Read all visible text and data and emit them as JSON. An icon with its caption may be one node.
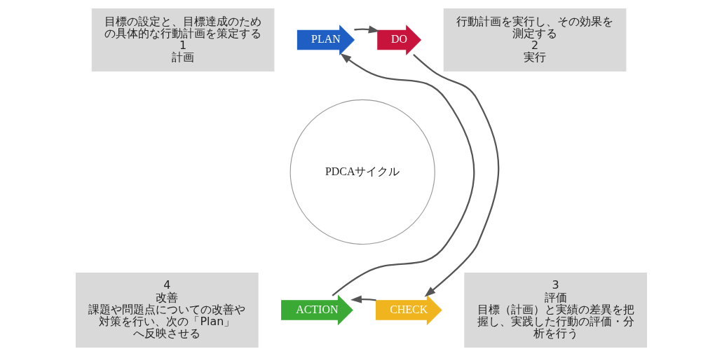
{
  "diagram": {
    "nodes": [
      {
        "text": [
          "目標の設定と、目標達成のための具体的な行動計画を策定する",
          "1",
          "計画"
        ]
      },
      {
        "text": [
          "PLAN"
        ]
      },
      {
        "text": [
          "DO"
        ]
      },
      {
        "text": [
          "行動計画を実行し、その効果を測定する",
          "2",
          "実行"
        ]
      },
      {
        "text": [
          "PDCAサイクル"
        ]
      },
      {
        "text": [
          "4",
          "改善",
          "課題や問題点についての改善や対策を行い、次の「Plan」へ反映させる"
        ]
      },
      {
        "text": [
          "ACTION"
        ]
      },
      {
        "text": [
          "CHECK"
        ]
      },
      {
        "text": [
          "3",
          "評価",
          "目標（計画）と実績の差異を把握し、実践した行動の評価・分析を行う"
        ]
      }
    ],
    "edges": [
      {
        "from": 1,
        "to": 2,
        "arrow": "to"
      },
      {
        "from": 2,
        "to": 7,
        "arrow": "to"
      },
      {
        "from": 7,
        "to": 6,
        "arrow": "to"
      },
      {
        "from": 6,
        "to": 1,
        "arrow": "to"
      }
    ]
  }
}
